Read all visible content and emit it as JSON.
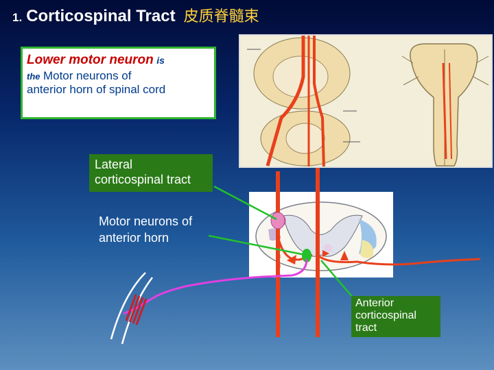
{
  "title": {
    "number": "1.",
    "english": "Corticospinal Tract",
    "chinese": "皮质脊髓束"
  },
  "lower_motor_neuron": {
    "term": "Lower motor neuron",
    "is": "is",
    "the": "the",
    "body_line1": "Motor neurons of",
    "body_line2": "anterior horn of spinal cord"
  },
  "labels": {
    "lateral_line1": "Lateral",
    "lateral_line2": "corticospinal tract",
    "motor_line1": "Motor neurons of",
    "motor_line2": "anterior horn",
    "anterior_line1": "Anterior",
    "anterior_line2": "corticospinal",
    "anterior_line3": "tract"
  },
  "colors": {
    "title_cn": "#ffd23a",
    "lmn_term": "#c80000",
    "box_border": "#2fb62f",
    "label_box": "#2b7a18",
    "tract": "#e8401c",
    "pointer": "#22c02a",
    "lmn_axon": "#e040e0"
  }
}
